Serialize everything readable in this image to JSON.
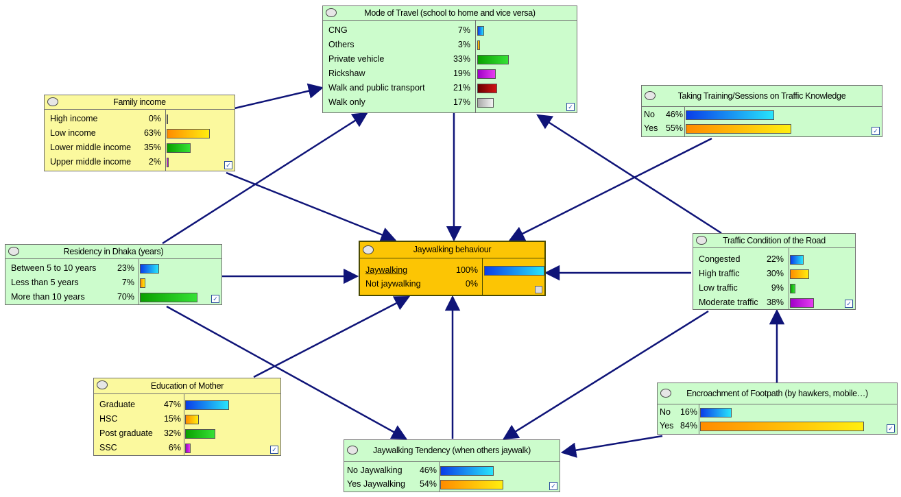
{
  "colors": {
    "blue": [
      "#0a3de8",
      "#28e4fb"
    ],
    "orange": [
      "#ff8c00",
      "#ffee10"
    ],
    "green": [
      "#0aa000",
      "#35e135"
    ],
    "magenta": [
      "#a000c8",
      "#e63ef0"
    ],
    "darkred": [
      "#6a0000",
      "#d21414"
    ],
    "gray": [
      "#a8a8a8",
      "#f4f4f4"
    ],
    "edge": "#0f1478"
  },
  "nodes": {
    "mode_travel": {
      "title": "Mode of Travel (school to home and vice versa)",
      "states": [
        {
          "label": "CNG",
          "pct": "7%",
          "value": 7,
          "color": "blue"
        },
        {
          "label": "Others",
          "pct": "3%",
          "value": 3,
          "color": "orange"
        },
        {
          "label": "Private vehicle",
          "pct": "33%",
          "value": 33,
          "color": "green"
        },
        {
          "label": "Rickshaw",
          "pct": "19%",
          "value": 19,
          "color": "magenta"
        },
        {
          "label": "Walk and public transport",
          "pct": "21%",
          "value": 21,
          "color": "darkred"
        },
        {
          "label": "Walk only",
          "pct": "17%",
          "value": 17,
          "color": "gray"
        }
      ]
    },
    "family_income": {
      "title": "Family income",
      "states": [
        {
          "label": "High income",
          "pct": "0%",
          "value": 0,
          "color": "blue"
        },
        {
          "label": "Low income",
          "pct": "63%",
          "value": 63,
          "color": "orange"
        },
        {
          "label": "Lower middle income",
          "pct": "35%",
          "value": 35,
          "color": "green"
        },
        {
          "label": "Upper middle income",
          "pct": "2%",
          "value": 2,
          "color": "magenta"
        }
      ]
    },
    "training": {
      "title": "Taking Training/Sessions on Traffic Knowledge",
      "states": [
        {
          "label": "No",
          "pct": "46%",
          "value": 46,
          "color": "blue"
        },
        {
          "label": "Yes",
          "pct": "55%",
          "value": 55,
          "color": "orange"
        }
      ]
    },
    "residency": {
      "title": "Residency in Dhaka (years)",
      "states": [
        {
          "label": "Between 5 to 10 years",
          "pct": "23%",
          "value": 23,
          "color": "blue"
        },
        {
          "label": "Less than 5 years",
          "pct": "7%",
          "value": 7,
          "color": "orange"
        },
        {
          "label": "More than 10 years",
          "pct": "70%",
          "value": 70,
          "color": "green"
        }
      ]
    },
    "jaywalking": {
      "title": "Jaywalking behaviour",
      "states": [
        {
          "label": "Jaywalking",
          "pct": "100%",
          "value": 100,
          "color": "blue"
        },
        {
          "label": "Not jaywalking",
          "pct": "0%",
          "value": 0,
          "color": "orange"
        }
      ]
    },
    "traffic": {
      "title": "Traffic Condition of the Road",
      "states": [
        {
          "label": "Congested",
          "pct": "22%",
          "value": 22,
          "color": "blue"
        },
        {
          "label": "High traffic",
          "pct": "30%",
          "value": 30,
          "color": "orange"
        },
        {
          "label": "Low traffic",
          "pct": "9%",
          "value": 9,
          "color": "green"
        },
        {
          "label": "Moderate traffic",
          "pct": "38%",
          "value": 38,
          "color": "magenta"
        }
      ]
    },
    "education": {
      "title": "Education of Mother",
      "states": [
        {
          "label": "Graduate",
          "pct": "47%",
          "value": 47,
          "color": "blue"
        },
        {
          "label": "HSC",
          "pct": "15%",
          "value": 15,
          "color": "orange"
        },
        {
          "label": "Post graduate",
          "pct": "32%",
          "value": 32,
          "color": "green"
        },
        {
          "label": "SSC",
          "pct": "6%",
          "value": 6,
          "color": "magenta"
        }
      ]
    },
    "encroachment": {
      "title": "Encroachment of Footpath (by hawkers, mobile…)",
      "states": [
        {
          "label": "No",
          "pct": "16%",
          "value": 16,
          "color": "blue"
        },
        {
          "label": "Yes",
          "pct": "84%",
          "value": 84,
          "color": "orange"
        }
      ]
    },
    "tendency": {
      "title": "Jaywalking Tendency (when others jaywalk)",
      "states": [
        {
          "label": "No Jaywalking",
          "pct": "46%",
          "value": 46,
          "color": "blue"
        },
        {
          "label": "Yes Jaywalking",
          "pct": "54%",
          "value": 54,
          "color": "orange"
        }
      ]
    }
  }
}
